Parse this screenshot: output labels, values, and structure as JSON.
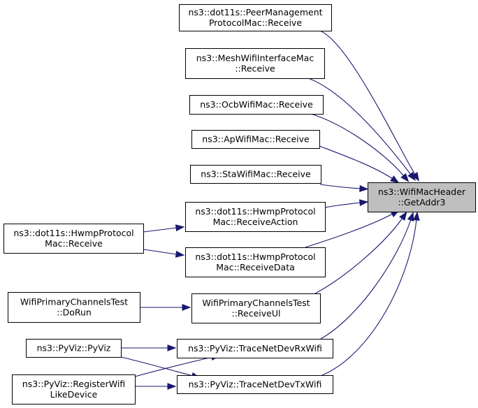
{
  "graph": {
    "title": "",
    "focus_node": "getaddr3",
    "colors": {
      "edge": "#191970",
      "node_fill": "#ffffff",
      "focus_fill": "#bfbfbf",
      "border": "#000000"
    },
    "nodes": [
      {
        "id": "getaddr3",
        "lines": [
          "ns3::WifiMacHeader",
          "::GetAddr3"
        ]
      },
      {
        "id": "peer-mgmt-receive",
        "lines": [
          "ns3::dot11s::PeerManagement",
          "ProtocolMac::Receive"
        ]
      },
      {
        "id": "mesh-wifi-receive",
        "lines": [
          "ns3::MeshWifiInterfaceMac",
          "::Receive"
        ]
      },
      {
        "id": "ocb-receive",
        "lines": [
          "ns3::OcbWifiMac::Receive"
        ]
      },
      {
        "id": "ap-receive",
        "lines": [
          "ns3::ApWifiMac::Receive"
        ]
      },
      {
        "id": "sta-receive",
        "lines": [
          "ns3::StaWifiMac::Receive"
        ]
      },
      {
        "id": "hwmp-receive-action",
        "lines": [
          "ns3::dot11s::HwmpProtocol",
          "Mac::ReceiveAction"
        ]
      },
      {
        "id": "hwmp-receive",
        "lines": [
          "ns3::dot11s::HwmpProtocol",
          "Mac::Receive"
        ]
      },
      {
        "id": "hwmp-receive-data",
        "lines": [
          "ns3::dot11s::HwmpProtocol",
          "Mac::ReceiveData"
        ]
      },
      {
        "id": "primary-receive-ul",
        "lines": [
          "WifiPrimaryChannelsTest",
          "::ReceiveUl"
        ]
      },
      {
        "id": "primary-dorun",
        "lines": [
          "WifiPrimaryChannelsTest",
          "::DoRun"
        ]
      },
      {
        "id": "trace-rx",
        "lines": [
          "ns3::PyViz::TraceNetDevRxWifi"
        ]
      },
      {
        "id": "pyviz",
        "lines": [
          "ns3::PyViz::PyViz"
        ]
      },
      {
        "id": "trace-tx",
        "lines": [
          "ns3::PyViz::TraceNetDevTxWifi"
        ]
      },
      {
        "id": "register-wifi",
        "lines": [
          "ns3::PyViz::RegisterWifi",
          "LikeDevice"
        ]
      }
    ],
    "edges": [
      {
        "from": "peer-mgmt-receive",
        "to": "getaddr3"
      },
      {
        "from": "mesh-wifi-receive",
        "to": "getaddr3"
      },
      {
        "from": "ocb-receive",
        "to": "getaddr3"
      },
      {
        "from": "ap-receive",
        "to": "getaddr3"
      },
      {
        "from": "sta-receive",
        "to": "getaddr3"
      },
      {
        "from": "hwmp-receive-action",
        "to": "getaddr3"
      },
      {
        "from": "hwmp-receive-data",
        "to": "getaddr3"
      },
      {
        "from": "primary-receive-ul",
        "to": "getaddr3"
      },
      {
        "from": "trace-rx",
        "to": "getaddr3"
      },
      {
        "from": "trace-tx",
        "to": "getaddr3"
      },
      {
        "from": "hwmp-receive",
        "to": "hwmp-receive-action"
      },
      {
        "from": "hwmp-receive",
        "to": "hwmp-receive-data"
      },
      {
        "from": "primary-dorun",
        "to": "primary-receive-ul"
      },
      {
        "from": "pyviz",
        "to": "trace-rx"
      },
      {
        "from": "pyviz",
        "to": "trace-tx"
      },
      {
        "from": "register-wifi",
        "to": "trace-rx"
      },
      {
        "from": "register-wifi",
        "to": "trace-tx"
      }
    ]
  }
}
